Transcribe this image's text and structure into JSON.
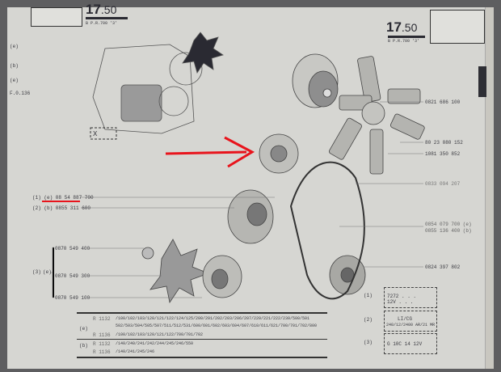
{
  "header_left": {
    "section": "17",
    "sub": ".50",
    "ref": "B   P.R.700 '3'"
  },
  "header_right": {
    "section": "17",
    "sub": ".50",
    "ref": "B   P.R.700 '3'"
  },
  "side_labels": [
    "(e)",
    "(b)",
    "(e)",
    "F.0.136"
  ],
  "callout_x": "X",
  "right_parts": [
    "0821 686 100",
    "80 23 080 152",
    "1081 350 852",
    "0833 094 207",
    "0854 079 700 (e)",
    "0855 136 400 (b)",
    "0824 397 802"
  ],
  "left_parts": [
    {
      "text": "(1) (e) 08 54 887 700",
      "highlight": true
    },
    {
      "text": "(2) (b) 0855 311 600",
      "highlight": false
    }
  ],
  "group3": {
    "label": "(3)",
    "variant": "(e)",
    "items": [
      "0870 549 400",
      "0870 549 300",
      "0870 549 100"
    ]
  },
  "table": {
    "rows": [
      {
        "group": "(e)",
        "model": "R 1132",
        "codes": "/100/102/103/120/121/122/124/125/200/201/202/203/206/207/220/221/222/230/500/501"
      },
      {
        "group": "",
        "model": "",
        "codes": "502/503/504/505/507/511/512/531/600/601/602/603/604/607/610/611/621/700/701/702/800"
      },
      {
        "group": "",
        "model": "R 1136",
        "codes": "/100/102/103/120/121/122/700/701/702"
      },
      {
        "group": "(b)",
        "model": "R 1132",
        "codes": "/140/240/241/242/244/245/246/550"
      },
      {
        "group": "",
        "model": "R 1136",
        "codes": "/140/241/245/246"
      }
    ]
  },
  "spec_boxes": [
    {
      "label": "(1)",
      "lines": [
        "7272 . . .",
        "12V . . ."
      ]
    },
    {
      "label": "(2)",
      "lines": [
        "LI/CG",
        "240/12/2400 AR/21 MR"
      ]
    },
    {
      "label": "(3)",
      "lines": [
        "G 10C 14 12V"
      ]
    }
  ],
  "colors": {
    "annotation": "#e8141c",
    "paper": "#d6d6d2",
    "ink": "#2a2a32"
  }
}
